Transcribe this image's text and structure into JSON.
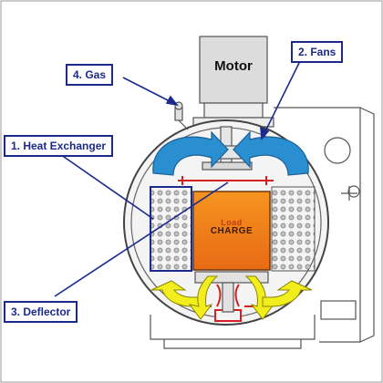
{
  "labels": {
    "motor": "Motor",
    "fans": "2. Fans",
    "gas": "4. Gas",
    "heat_exchanger": "1. Heat Exchanger",
    "deflector": "3. Deflector",
    "load": "Load",
    "charge": "CHARGE"
  },
  "colors": {
    "callout_border": "#1c2a8c",
    "callout_text": "#1c2a8c",
    "fan_arrows": "#2a8fd0",
    "flow_arrows": "#f2ee1e",
    "charge_box": "#f07a1a",
    "deflector_lines": "#d42020"
  }
}
